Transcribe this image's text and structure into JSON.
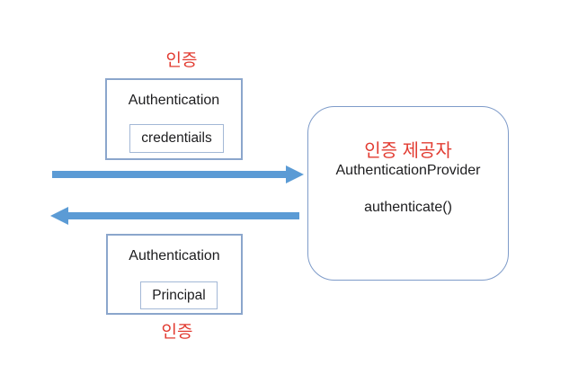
{
  "labels": {
    "top": "인증",
    "bottom": "인증"
  },
  "top_box": {
    "title": "Authentication",
    "field": "credentiails"
  },
  "bottom_box": {
    "title": "Authentication",
    "field": "Principal"
  },
  "provider_box": {
    "label": "인증 제공자",
    "class_name": "AuthenticationProvider",
    "method": "authenticate()"
  },
  "arrows": {
    "request_direction": "right",
    "response_direction": "left"
  },
  "colors": {
    "accent_red": "#e23c32",
    "arrow_blue": "#5b9bd5",
    "outer_border": "#8ba6cc",
    "inner_border": "#a3b8d6",
    "provider_border": "#7e9bc9",
    "text": "#1d1d1f",
    "background": "#ffffff"
  }
}
